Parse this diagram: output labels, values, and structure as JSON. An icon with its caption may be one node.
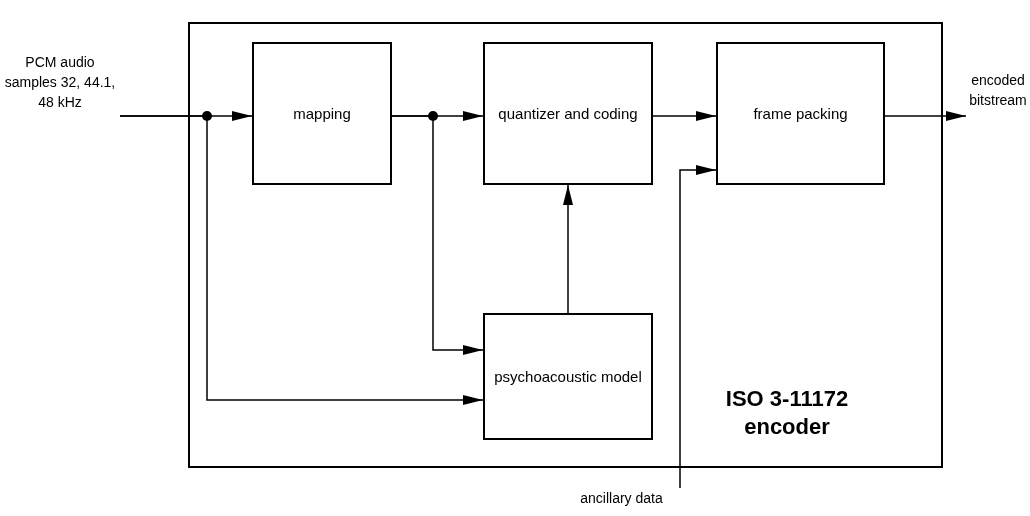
{
  "diagram": {
    "nodes": [
      {
        "text": [
          "ISO 3-11172 encoder"
        ]
      },
      {
        "text": [
          "mapping"
        ],
        "in": 0
      },
      {
        "text": [
          "quantizer and coding"
        ],
        "in": 0
      },
      {
        "text": [
          "frame packing"
        ],
        "in": 0
      },
      {
        "text": [
          "psychoacoustic model"
        ],
        "in": 0
      },
      {
        "text": [
          "PCM audio samples 32, 44.1, 48 kHz"
        ]
      },
      {
        "text": [
          "encoded bitstream"
        ]
      },
      {
        "text": [
          "ancillary data"
        ]
      }
    ],
    "edges": [
      {
        "from": 5,
        "to": 1,
        "arrow": "to"
      },
      {
        "from": 5,
        "to": 4,
        "arrow": "to"
      },
      {
        "from": 1,
        "to": 2,
        "arrow": "to"
      },
      {
        "from": 1,
        "to": 4,
        "arrow": "to"
      },
      {
        "from": 2,
        "to": 3,
        "arrow": "to"
      },
      {
        "from": 4,
        "to": 2,
        "arrow": "to"
      },
      {
        "from": 3,
        "to": 6,
        "arrow": "to"
      },
      {
        "from": 7,
        "to": 3,
        "arrow": "to"
      }
    ]
  }
}
